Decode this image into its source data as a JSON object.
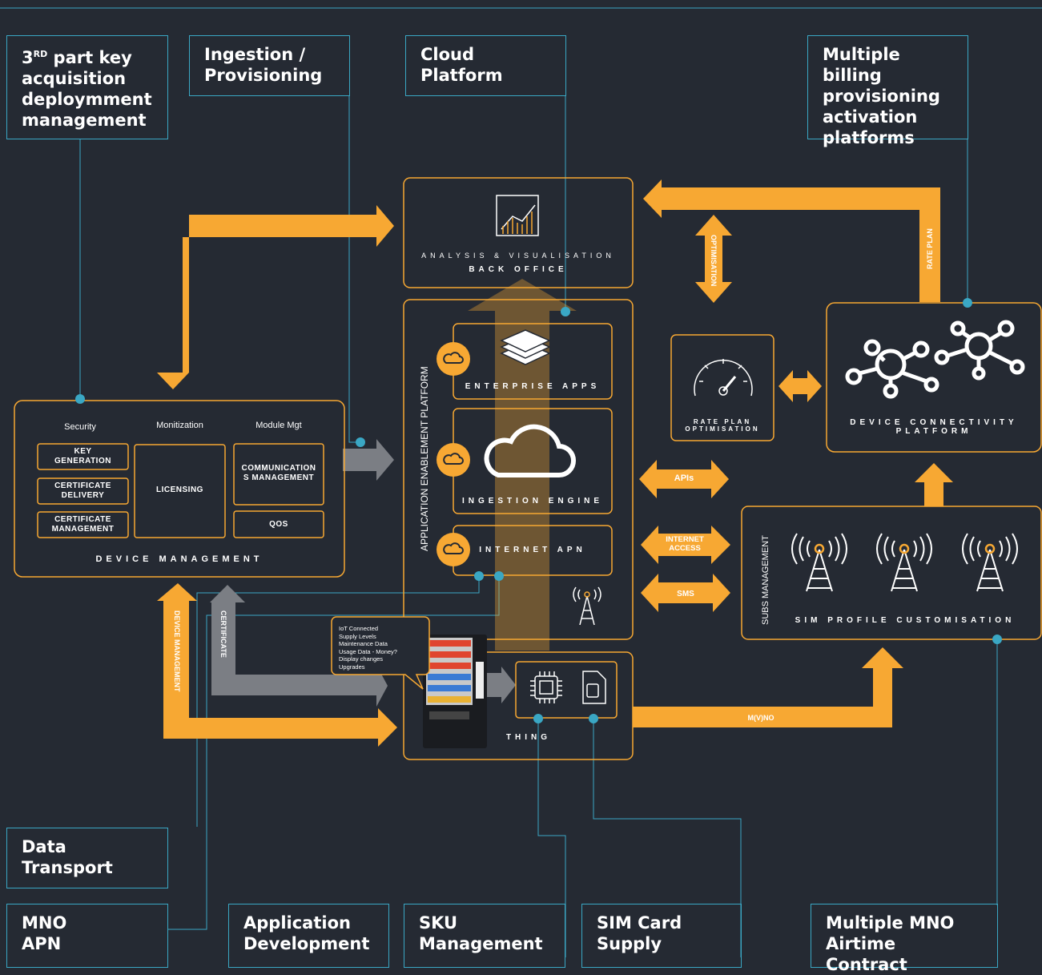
{
  "colors": {
    "background": "#252a33",
    "accent": "#f7a833",
    "line": "#3aa7c4",
    "gray_arrow": "#777a80",
    "box_fill": "#2d323b"
  },
  "callouts": {
    "key_acq_sup": "RD",
    "key_acq_a": "3",
    "key_acq_b": " part key\nacquisition\ndeploymment\nmanagement",
    "ingestion": "Ingestion /\nProvisioning",
    "cloud": "Cloud\nPlatform",
    "billing": "Multiple billing\nprovisioning\nactivation\nplatforms",
    "data_transport": "Data\nTransport",
    "mno_apn": "MNO\nAPN",
    "app_dev": "Application\nDevelopment",
    "sku": "SKU\nManagement",
    "sim_supply": "SIM Card\nSupply",
    "mno_airtime": "Multiple MNO\nAirtime Contract"
  },
  "back_office": {
    "subtitle": "ANALYSIS & VISUALISATION",
    "title": "BACK OFFICE",
    "icon": "chart-icon"
  },
  "aep": {
    "label": "APPLICATION ENABLEMENT PLATFORM",
    "enterprise": "ENTERPRISE APPS",
    "ingestion": "INGESTION ENGINE",
    "internet_apn": "INTERNET APN",
    "icons": [
      "cloud-badge-icon",
      "layers-icon",
      "cloud-icon",
      "tower-icon"
    ]
  },
  "device_mgmt": {
    "col_security": "Security",
    "col_monitization": "Monitization",
    "col_module": "Module Mgt",
    "key_generation": "KEY\nGENERATION",
    "cert_delivery": "CERTIFICATE\nDELIVERY",
    "cert_mgmt": "CERTIFICATE\nMANAGEMENT",
    "licensing": "LICENSING",
    "comm_mgmt": "COMMUNICATION\nS MANAGEMENT",
    "qos": "QOS",
    "title": "DEVICE MANAGEMENT"
  },
  "rate_plan": {
    "title": "RATE PLAN\nOPTIMISATION",
    "icon": "gauge-icon"
  },
  "dcp": {
    "title": "DEVICE CONNECTIVITY\nPLATFORM",
    "icon": "network-icon"
  },
  "sim_profile": {
    "side": "SUBS MANAGEMENT",
    "title": "SIM PROFILE CUSTOMISATION",
    "icon": "tower-icon"
  },
  "thing": {
    "title": "THING",
    "bubble": "IoT Connected\nSupply Levels\nMaintenance Data\nUsage Data - Money?\nDisplay changes\nUpgrades",
    "icons": [
      "vending-machine-icon",
      "chip-icon",
      "sim-icon"
    ]
  },
  "arrows": {
    "optimisation": "OPTIMISATION",
    "rate_plan": "RATE PLAN",
    "apis": "APIs",
    "internet_access": "INTERNET\nACCESS",
    "sms": "SMS",
    "mvno": "M(V)NO",
    "device_management": "DEVICE MANAGEMENT",
    "certificate": "CERTIFICATE"
  }
}
